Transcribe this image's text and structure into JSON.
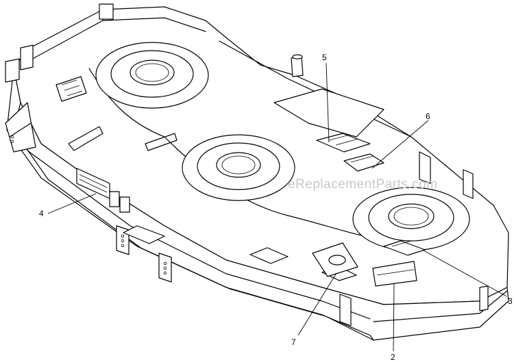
{
  "watermark": "eReplacementParts.com",
  "callouts": [
    {
      "id": "2",
      "label": "2"
    },
    {
      "id": "3",
      "label": "3"
    },
    {
      "id": "4",
      "label": "4"
    },
    {
      "id": "5",
      "label": "5"
    },
    {
      "id": "6",
      "label": "6"
    },
    {
      "id": "7",
      "label": "7"
    }
  ]
}
